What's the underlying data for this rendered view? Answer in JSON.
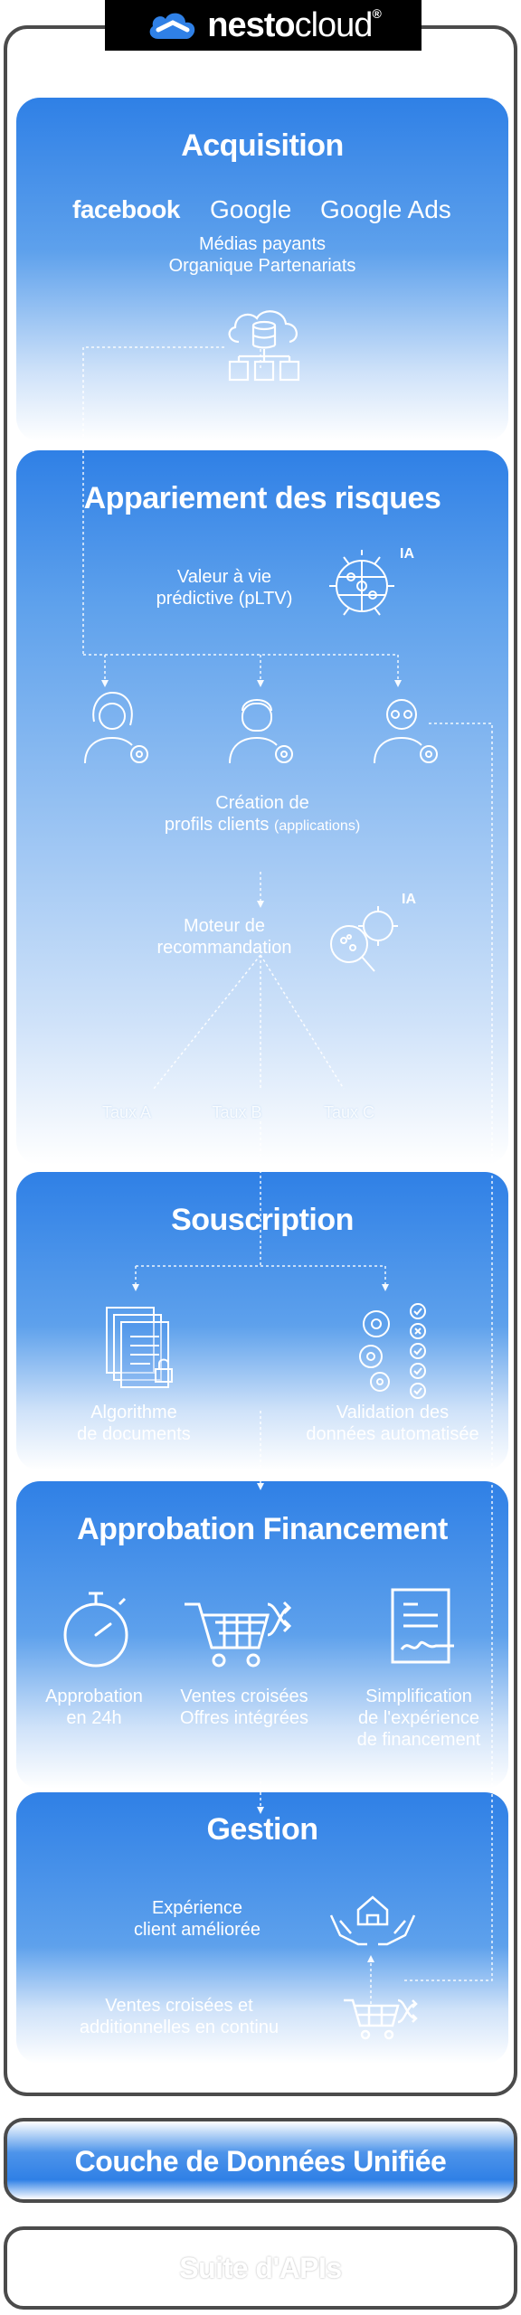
{
  "brand": {
    "name_bold": "nesto",
    "name_light": "cloud",
    "registered": "®"
  },
  "sections": {
    "acquisition": {
      "title": "Acquisition",
      "partners": [
        "facebook",
        "Google",
        "Google Ads"
      ],
      "line1": "Médias payants",
      "line2": "Organique Partenariats"
    },
    "risk": {
      "title": "Appariement des risques",
      "pltv_line1": "Valeur à vie",
      "pltv_line2": "prédictive (pLTV)",
      "ia_badge": "IA",
      "profiles_line1": "Création de",
      "profiles_line2": "profils clients",
      "profiles_note": "(applications)",
      "engine_line1": "Moteur de",
      "engine_line2": "recommandation",
      "engine_badge": "IA",
      "rates": [
        "Taux A",
        "Taux B",
        "Taux C"
      ]
    },
    "underwriting": {
      "title": "Souscription",
      "algo_line1": "Algorithme",
      "algo_line2": "de documents",
      "validation_line1": "Validation des",
      "validation_line2": "données automatisée"
    },
    "approval": {
      "title": "Approbation Financement",
      "col1_line1": "Approbation",
      "col1_line2": "en 24h",
      "col2_line1": "Ventes croisées",
      "col2_line2": "Offres intégrées",
      "col3_line1": "Simplification",
      "col3_line2": "de l'expérience",
      "col3_line3": "de financement"
    },
    "management": {
      "title": "Gestion",
      "exp_line1": "Expérience",
      "exp_line2": "client améliorée",
      "cross_line1": "Ventes croisées et",
      "cross_line2": "additionnelles  en continu"
    }
  },
  "layers": {
    "data_layer": "Couche de Données Unifiée",
    "api_suite": "Suite d'APIs"
  },
  "colors": {
    "accent": "#2f80e6",
    "border": "#4b4b4b",
    "logo_bg": "#000000"
  }
}
